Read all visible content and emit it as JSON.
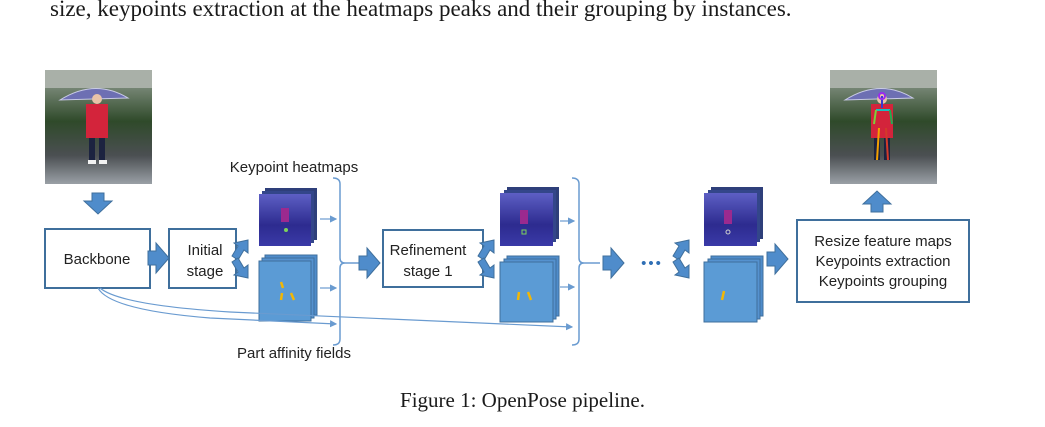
{
  "body_text_top": "size, keypoints extraction at the heatmaps peaks and their grouping by instances.",
  "figure": {
    "caption": "Figure 1: OpenPose pipeline.",
    "input_image": "input-photo (child in red coat under umbrella)",
    "output_image": "output-photo with pose skeleton overlay",
    "blocks": {
      "backbone": "Backbone",
      "initial_stage_line1": "Initial",
      "initial_stage_line2": "stage",
      "refinement_line1": "Refinement",
      "refinement_line2": "stage 1",
      "post_line1": "Resize feature maps",
      "post_line2": "Keypoints extraction",
      "post_line3": "Keypoints grouping"
    },
    "labels": {
      "heatmaps": "Keypoint heatmaps",
      "pafs": "Part affinity fields",
      "ellipsis": "•••"
    },
    "colors": {
      "arrow_blue": "#4f8ccb",
      "box_border": "#3f6f9c",
      "map_blue": "#5b9bd5",
      "heatmap_dark": "#2a2f8a",
      "paf_stroke": "#f2b705"
    }
  }
}
